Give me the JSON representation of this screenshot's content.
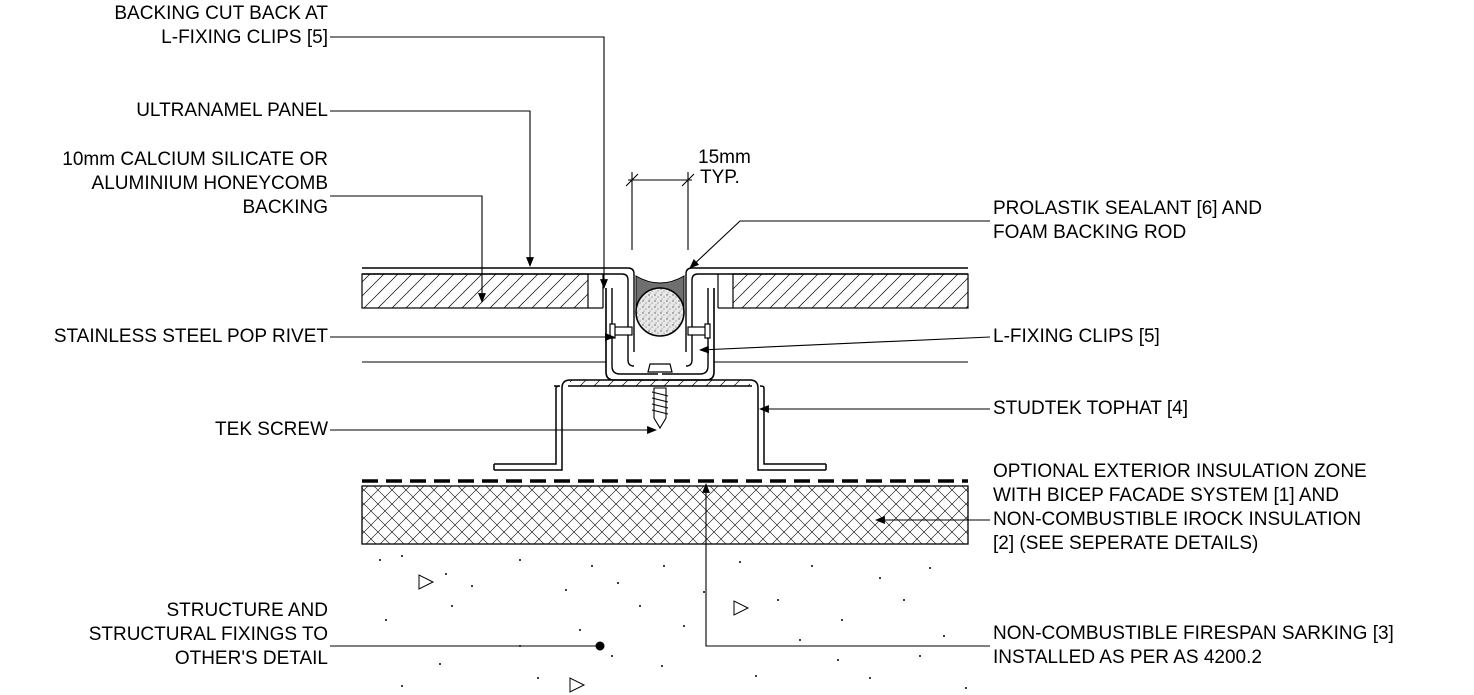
{
  "labels": {
    "backing_cut": [
      "BACKING CUT BACK AT",
      "L-FIXING CLIPS [5]"
    ],
    "ultranamel": [
      "ULTRANAMEL PANEL"
    ],
    "calcium": [
      "10mm CALCIUM SILICATE OR",
      "ALUMINIUM HONEYCOMB",
      "BACKING"
    ],
    "pop_rivet": [
      "STAINLESS STEEL POP RIVET"
    ],
    "tek_screw": [
      "TEK SCREW"
    ],
    "structure": [
      "STRUCTURE AND",
      "STRUCTURAL FIXINGS TO",
      "OTHER'S DETAIL"
    ],
    "dimension": [
      "15mm",
      "TYP."
    ],
    "prolastik": [
      "PROLASTIK SEALANT [6] AND",
      "FOAM BACKING ROD"
    ],
    "l_fixing": [
      "L-FIXING CLIPS [5]"
    ],
    "studtek": [
      "STUDTEK TOPHAT [4]"
    ],
    "insulation": [
      "OPTIONAL EXTERIOR INSULATION ZONE",
      "WITH BICEP FACADE SYSTEM [1] AND",
      "NON-COMBUSTIBLE IROCK INSULATION",
      "[2] (SEE SEPERATE DETAILS)"
    ],
    "firespan": [
      "NON-COMBUSTIBLE FIRESPAN SARKING [3]",
      "INSTALLED AS PER AS 4200.2"
    ]
  }
}
